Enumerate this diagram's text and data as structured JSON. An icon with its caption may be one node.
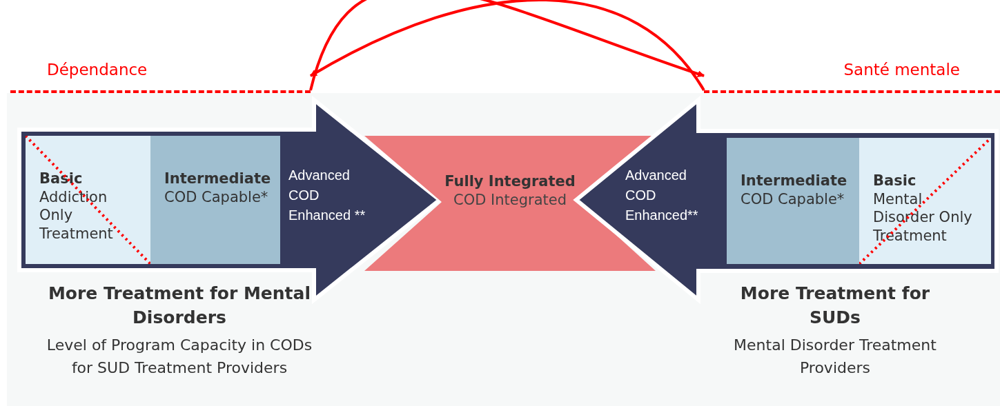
{
  "diagram": {
    "nodes": [
      {
        "text": [
          "Dépendance"
        ]
      },
      {
        "text": [
          "Santé mentale"
        ]
      },
      {
        "text": [
          "Advanced COD Enhanced **"
        ]
      },
      {
        "text": [
          "Basic",
          "Addiction Only Treatment"
        ],
        "in": 2
      },
      {
        "text": [
          "Intermediate",
          "COD Capable*"
        ],
        "in": 2
      },
      {
        "text": [
          "Fully Integrated",
          "COD Integrated"
        ]
      },
      {
        "text": [
          "Advanced COD Enhanced**"
        ]
      },
      {
        "text": [
          "Intermediate",
          "COD Capable*"
        ],
        "in": 6
      },
      {
        "text": [
          "Basic",
          "Mental Disorder Only Treatment"
        ],
        "in": 6
      }
    ],
    "edges": [
      {
        "from": 0,
        "to": 1,
        "arrow": "to"
      },
      {
        "from": 1,
        "to": 0,
        "arrow": "to"
      }
    ],
    "labels": [
      "More Treatment for Mental Disorders",
      "Level of Program Capacity in CODs for SUD Treatment Providers",
      "More Treatment for SUDs",
      "Mental Disorder Treatment Providers"
    ]
  }
}
